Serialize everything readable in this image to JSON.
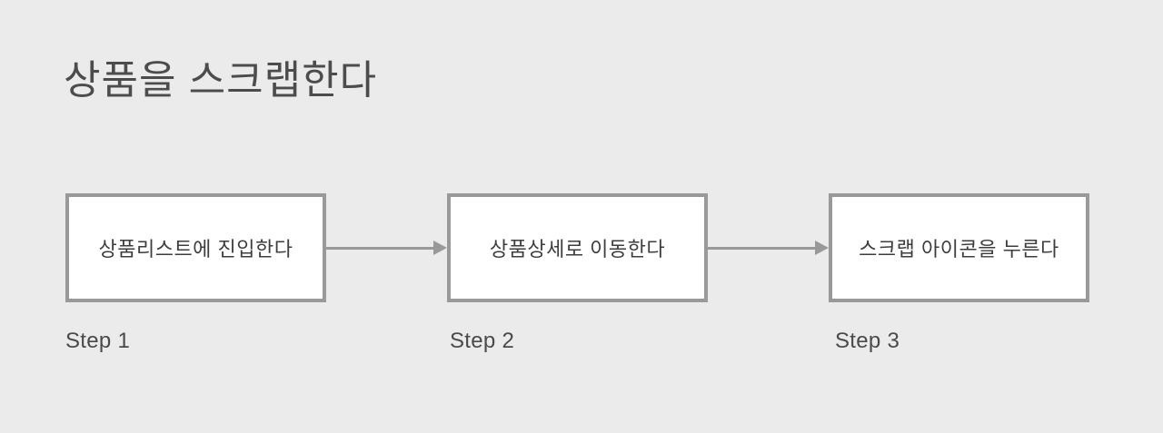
{
  "title": "상품을 스크랩한다",
  "flow": {
    "steps": [
      {
        "label": "상품리스트에 진입한다",
        "step": "Step 1"
      },
      {
        "label": "상품상세로 이동한다",
        "step": "Step 2"
      },
      {
        "label": "스크랩 아이콘을 누른다",
        "step": "Step 3"
      }
    ]
  },
  "colors": {
    "background": "#ebebeb",
    "box_fill": "#ffffff",
    "box_border": "#999999",
    "arrow": "#999999",
    "title_text": "#4c4c4c",
    "box_text": "#3d3d3d",
    "step_text": "#4a4a4a"
  }
}
